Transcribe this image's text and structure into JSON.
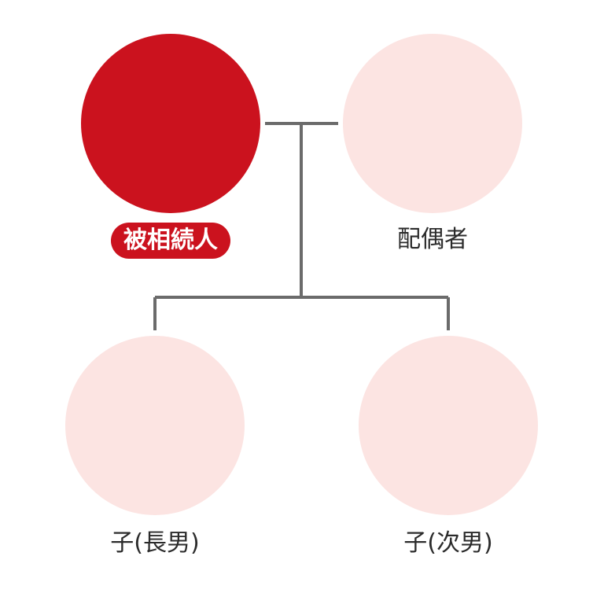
{
  "colors": {
    "deceased_bg": "#CB121E",
    "member_bg": "#FCE4E2",
    "line": "#6B6B6B",
    "skin": "#F7C1A3",
    "hair": "#7A4E38",
    "jacket": "#5C6596",
    "shirt": "#F1E4F2"
  },
  "people": {
    "deceased": {
      "label": "被相続人",
      "icon": "man-avatar-icon"
    },
    "spouse": {
      "label": "配偶者",
      "icon": "woman-avatar-icon"
    },
    "child1": {
      "label": "子(長男)",
      "icon": "man-avatar-icon"
    },
    "child2": {
      "label": "子(次男)",
      "icon": "man-avatar-icon"
    }
  }
}
